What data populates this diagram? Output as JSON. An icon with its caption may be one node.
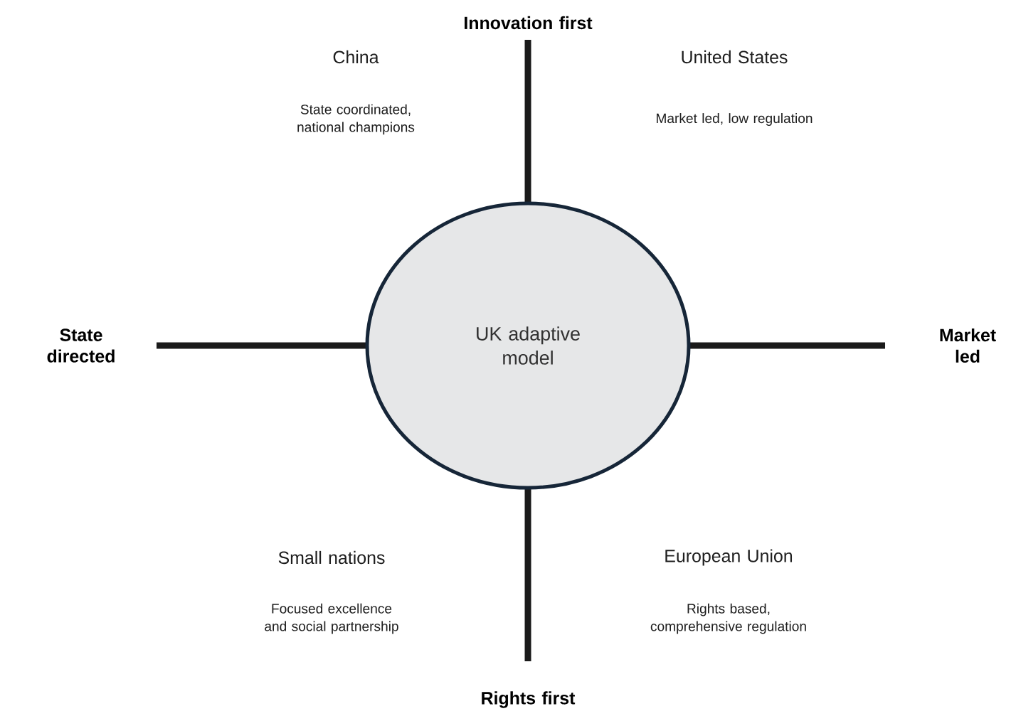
{
  "diagram": {
    "nodes": [
      {
        "text": [
          "UK adaptive model"
        ]
      }
    ],
    "labels": [
      "Innovation first",
      "China",
      "State coordinated, national champions",
      "United States",
      "Market led, low regulation",
      "State directed",
      "Market led",
      "Small nations",
      "Focused excellence and social partnership",
      "European Union",
      "Rights based, comprehensive regulation",
      "Rights first"
    ]
  }
}
